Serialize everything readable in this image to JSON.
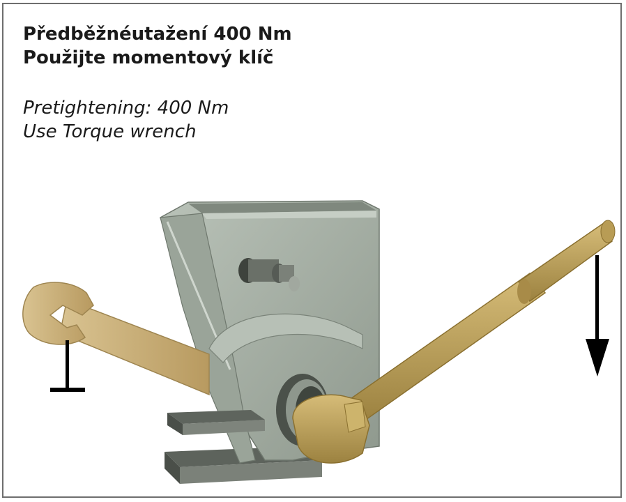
{
  "instruction": {
    "czech_line1": "Předběžnéutažení 400 Nm",
    "czech_line2": "Použijte momentový klíč",
    "english_line1": "Pretightening: 400 Nm",
    "english_line2": "Use Torque wrench"
  },
  "colors": {
    "housing": "#a9b3a8",
    "housing_dark": "#7d877c",
    "wrench": "#c8ad78",
    "torque_wrench": "#c2a45c",
    "block": "#6e746d",
    "arrow": "#000000"
  },
  "icons": {
    "force_down": "down-arrow-icon",
    "hold_fixed": "fixed-support-icon"
  }
}
